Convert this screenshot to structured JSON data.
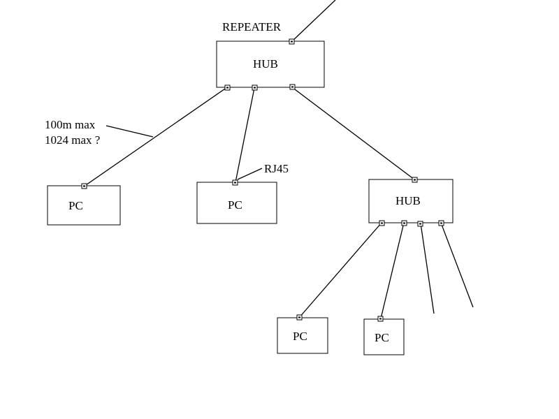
{
  "diagram": {
    "repeater_label": "REPEATER",
    "hub_top_label": "HUB",
    "hub_right_label": "HUB",
    "pc_labels": [
      "PC",
      "PC",
      "PC",
      "PC"
    ],
    "annotation_cable_length": "100m max",
    "annotation_device_count": "1024 max ?",
    "annotation_connector": "RJ45"
  }
}
